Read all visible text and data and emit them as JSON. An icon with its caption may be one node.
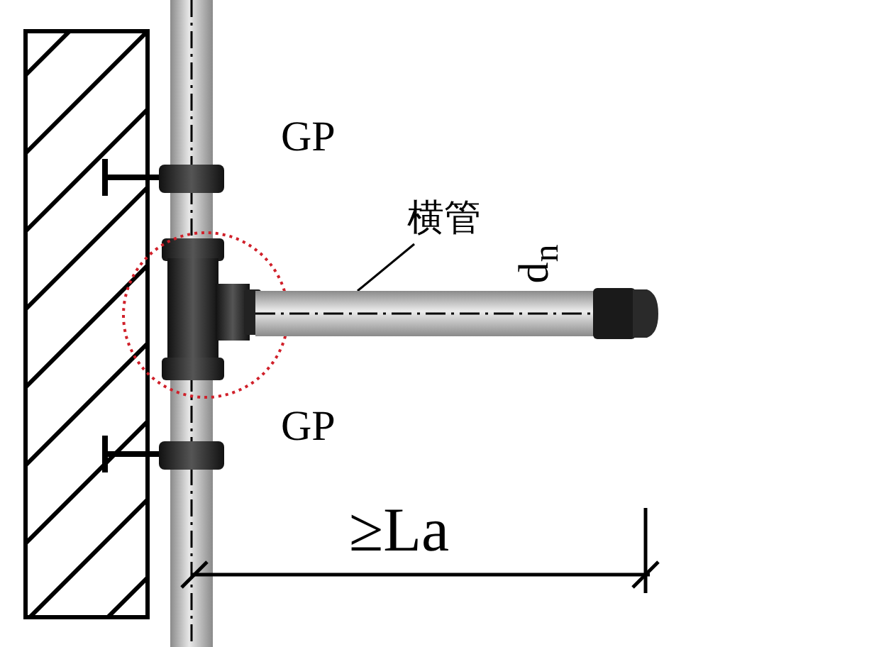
{
  "diagram": {
    "nodes": [
      {
        "text": [
          "横管"
        ]
      },
      {
        "text": [],
        "shape": "picture"
      }
    ],
    "edges": [
      {
        "from": 0,
        "to": 1,
        "arrow": "none"
      }
    ],
    "labels": [
      "GP",
      "d$_{n}$",
      "GP",
      "≥La"
    ]
  }
}
